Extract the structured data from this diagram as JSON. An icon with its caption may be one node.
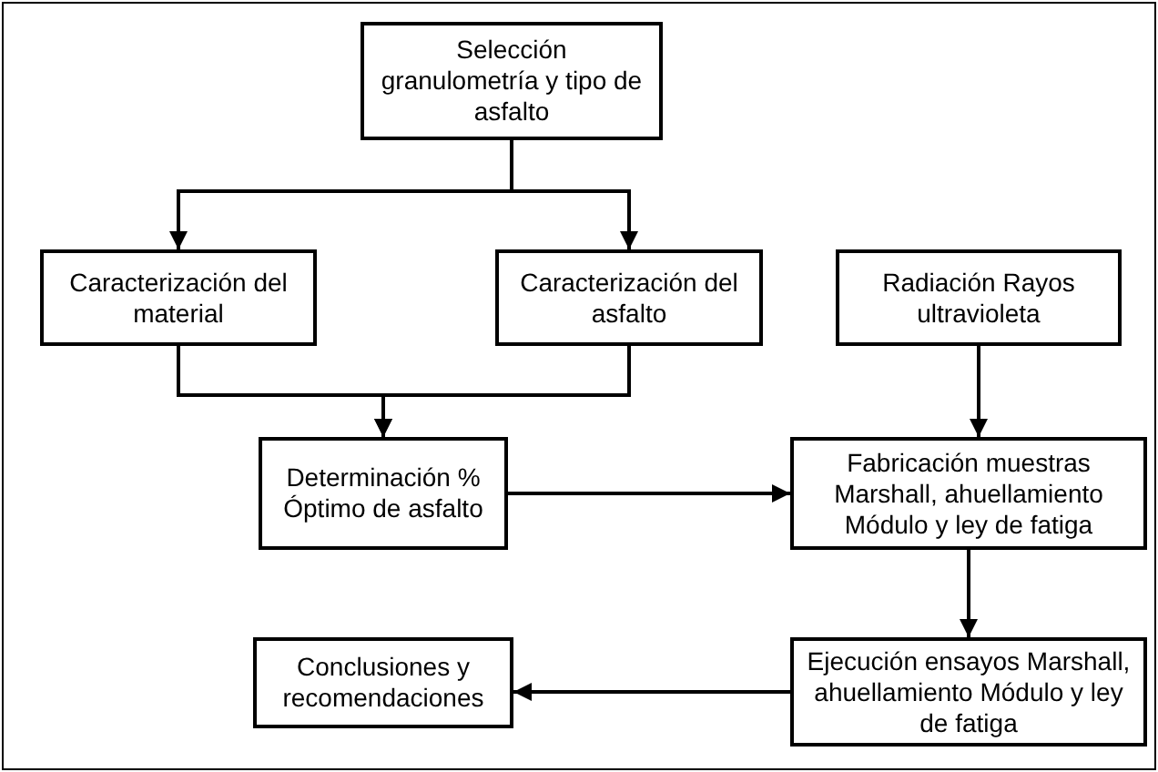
{
  "diagram": {
    "nodes": [
      {
        "text": [
          "Selección granulometría y tipo de asfalto"
        ]
      },
      {
        "text": [
          "Caracterización del material"
        ]
      },
      {
        "text": [
          "Caracterización del asfalto"
        ]
      },
      {
        "text": [
          "Radiación Rayos ultravioleta"
        ]
      },
      {
        "text": [
          "Determinación % Óptimo de asfalto"
        ]
      },
      {
        "text": [
          "Fabricación muestras Marshall, ahuellamiento Módulo y ley de fatiga"
        ]
      },
      {
        "text": [
          "Conclusiones y recomendaciones"
        ]
      },
      {
        "text": [
          "Ejecución ensayos Marshall, ahuellamiento Módulo y ley de fatiga"
        ]
      }
    ],
    "edges": [
      {
        "from": 0,
        "to": 1,
        "arrow": "to"
      },
      {
        "from": 0,
        "to": 2,
        "arrow": "to"
      },
      {
        "from": 1,
        "to": 4,
        "arrow": "to"
      },
      {
        "from": 2,
        "to": 4,
        "arrow": "to"
      },
      {
        "from": 3,
        "to": 5,
        "arrow": "to"
      },
      {
        "from": 4,
        "to": 5,
        "arrow": "to"
      },
      {
        "from": 5,
        "to": 7,
        "arrow": "to"
      },
      {
        "from": 7,
        "to": 6,
        "arrow": "to"
      }
    ]
  }
}
